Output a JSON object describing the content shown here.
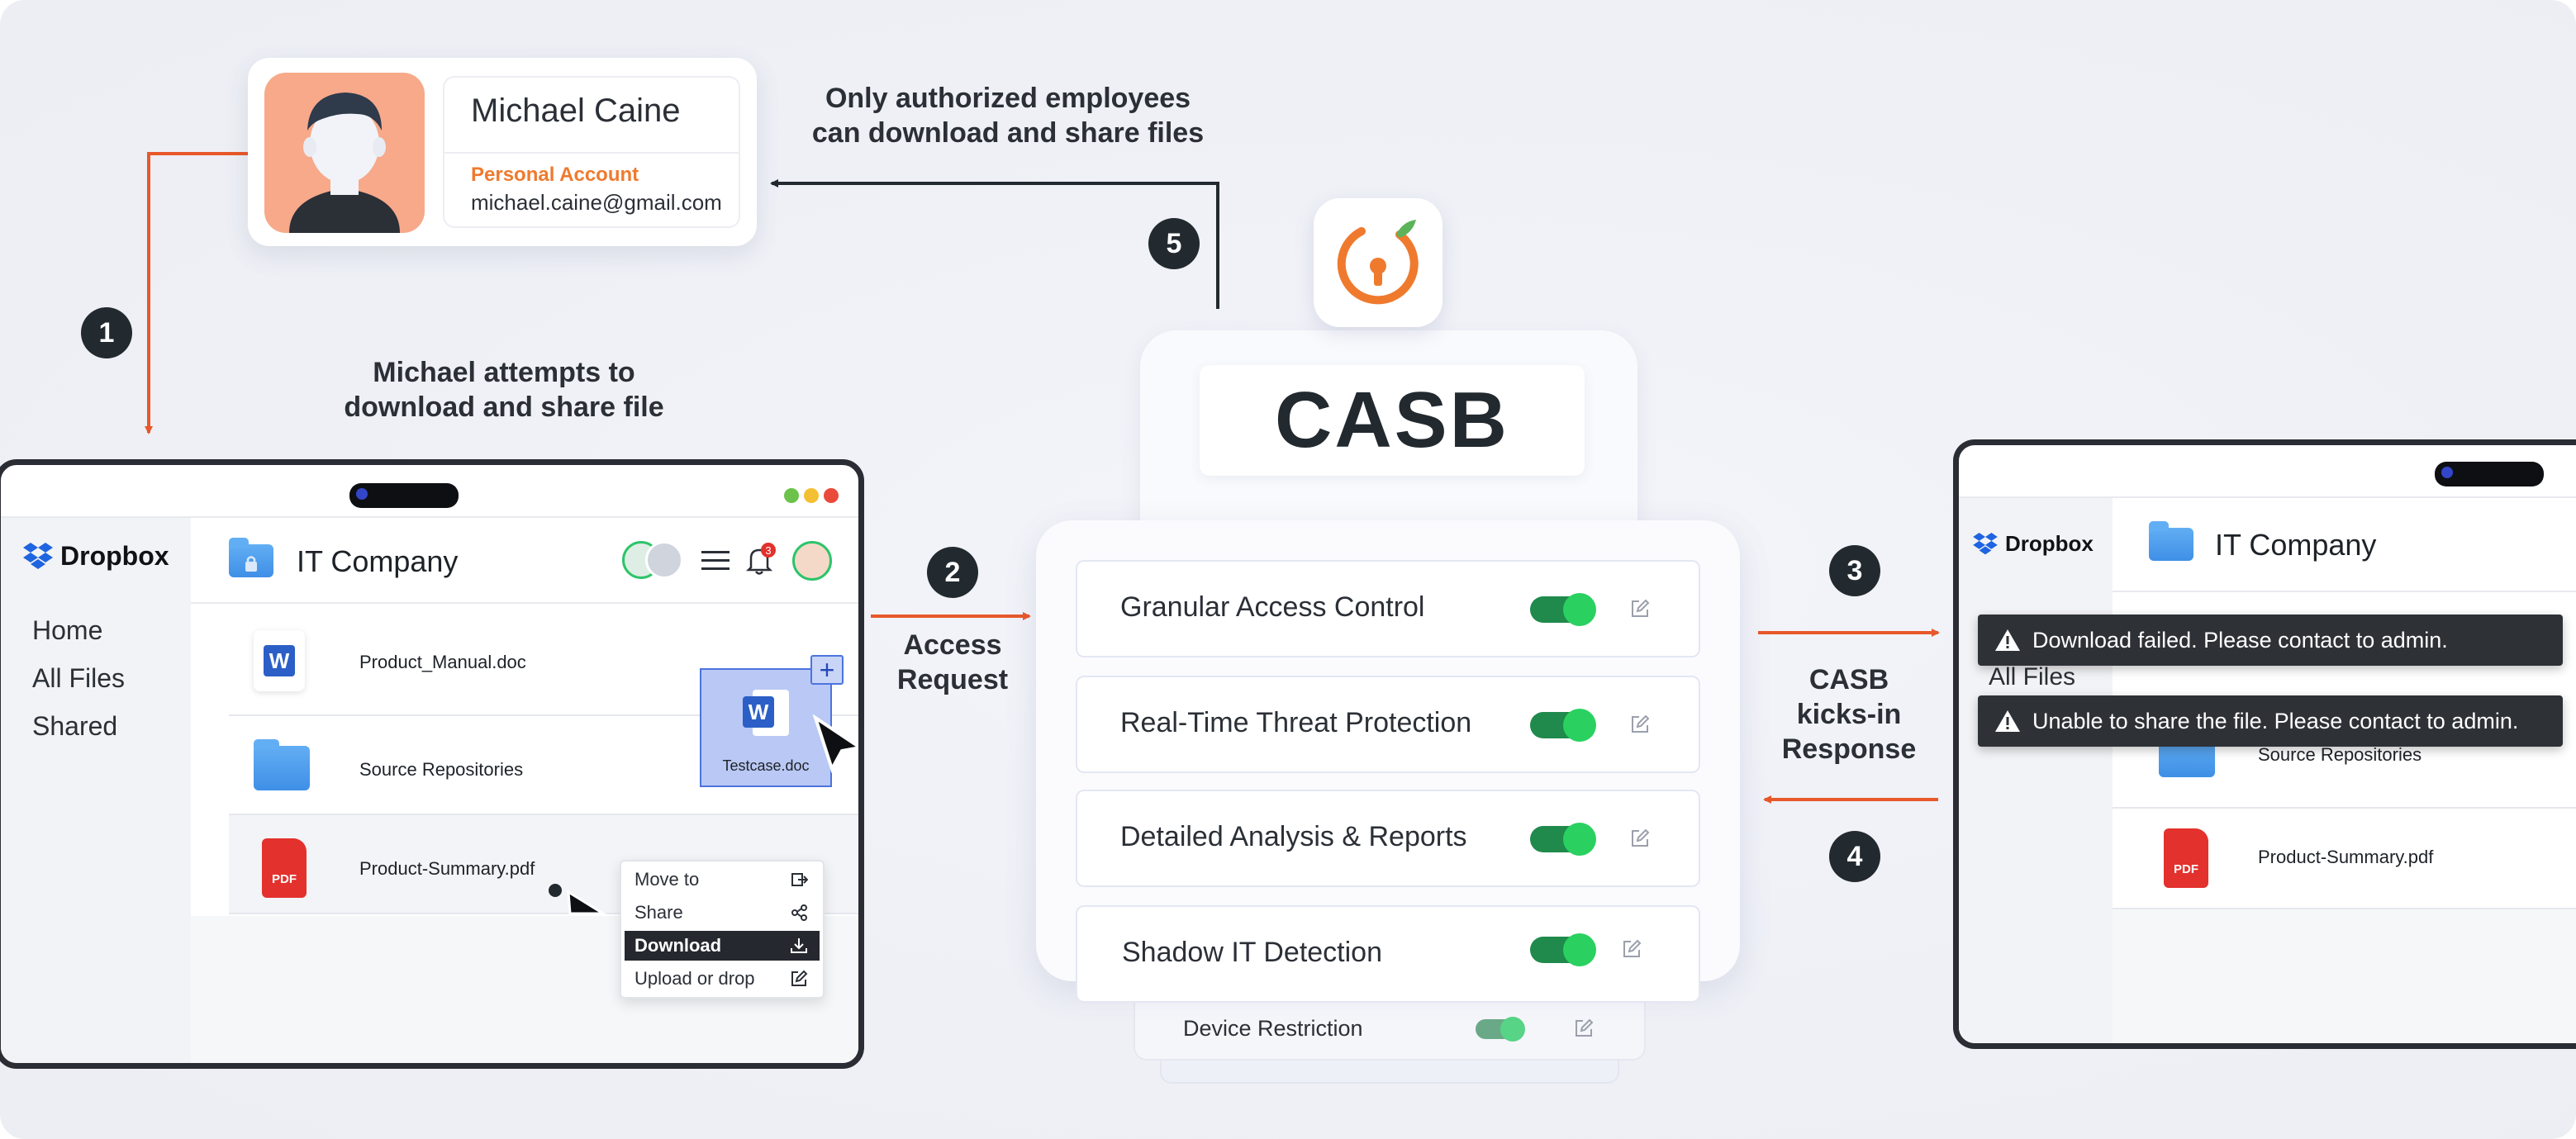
{
  "captions": {
    "authorized": "Only authorized employees\ncan download and share files",
    "attempt": "Michael attempts to\ndownload and share file",
    "access_request": "Access\nRequest",
    "casb_response": "CASB\nkicks-in\nResponse"
  },
  "steps": [
    "1",
    "2",
    "3",
    "4",
    "5"
  ],
  "profile": {
    "name": "Michael Caine",
    "account_type": "Personal Account",
    "email": "michael.caine@gmail.com"
  },
  "left_app": {
    "brand": "Dropbox",
    "nav": [
      "Home",
      "All Files",
      "Shared"
    ],
    "header_title": "IT Company",
    "notification_count": "3",
    "files": [
      "Product_Manual.doc",
      "Source Repositories",
      "Product-Summary.pdf"
    ],
    "dragged_file": "Testcase.doc",
    "context_menu": [
      "Move to",
      "Share",
      "Download",
      "Upload or drop"
    ],
    "context_menu_active": "Download"
  },
  "casb": {
    "title": "CASB",
    "features": [
      "Granular Access Control",
      "Real-Time Threat Protection",
      "Detailed Analysis & Reports",
      "Shadow IT Detection",
      "Device Restriction"
    ]
  },
  "right_app": {
    "brand": "Dropbox",
    "header_title": "IT Company",
    "nav_partial": "All Files",
    "files": [
      "Source Repositories",
      "Product-Summary.pdf"
    ],
    "toasts": [
      "Download failed. Please contact to admin.",
      "Unable to share the file. Please contact to admin."
    ]
  },
  "colors": {
    "arrow_orange": "#e8582a",
    "dark": "#22292f",
    "toggle_green": "#2ad160",
    "accent_orange": "#ef7a2e"
  }
}
